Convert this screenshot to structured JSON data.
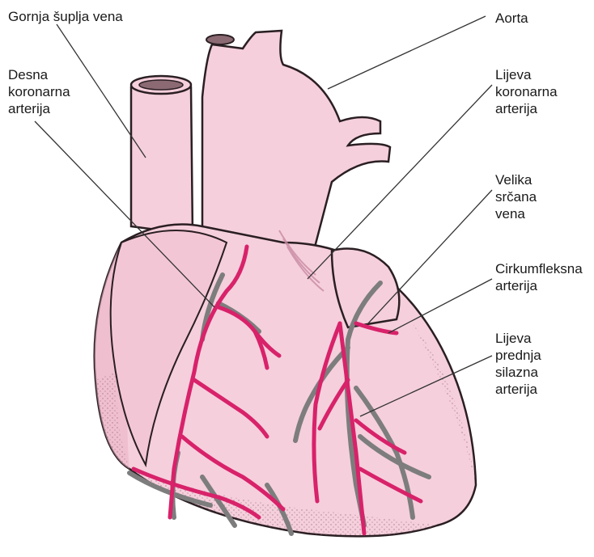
{
  "labels": {
    "svc": "Gornja šuplja vena",
    "aorta": "Aorta",
    "rca": [
      "Desna",
      "koronarna",
      "arterija"
    ],
    "lca": [
      "Lijeva",
      "koronarna",
      "arterija"
    ],
    "gcv": [
      "Velika",
      "srčana",
      "vena"
    ],
    "circ": [
      "Cirkumfleksna",
      "arterija"
    ],
    "lad": [
      "Lijeva",
      "prednja",
      "silazna",
      "arterija"
    ]
  },
  "colors": {
    "heart_fill": "#f5cfdc",
    "heart_shade": "#e9b3c6",
    "outline": "#2a1f22",
    "artery": "#d8226a",
    "vein": "#7d7d7d",
    "leader": "#333333"
  }
}
